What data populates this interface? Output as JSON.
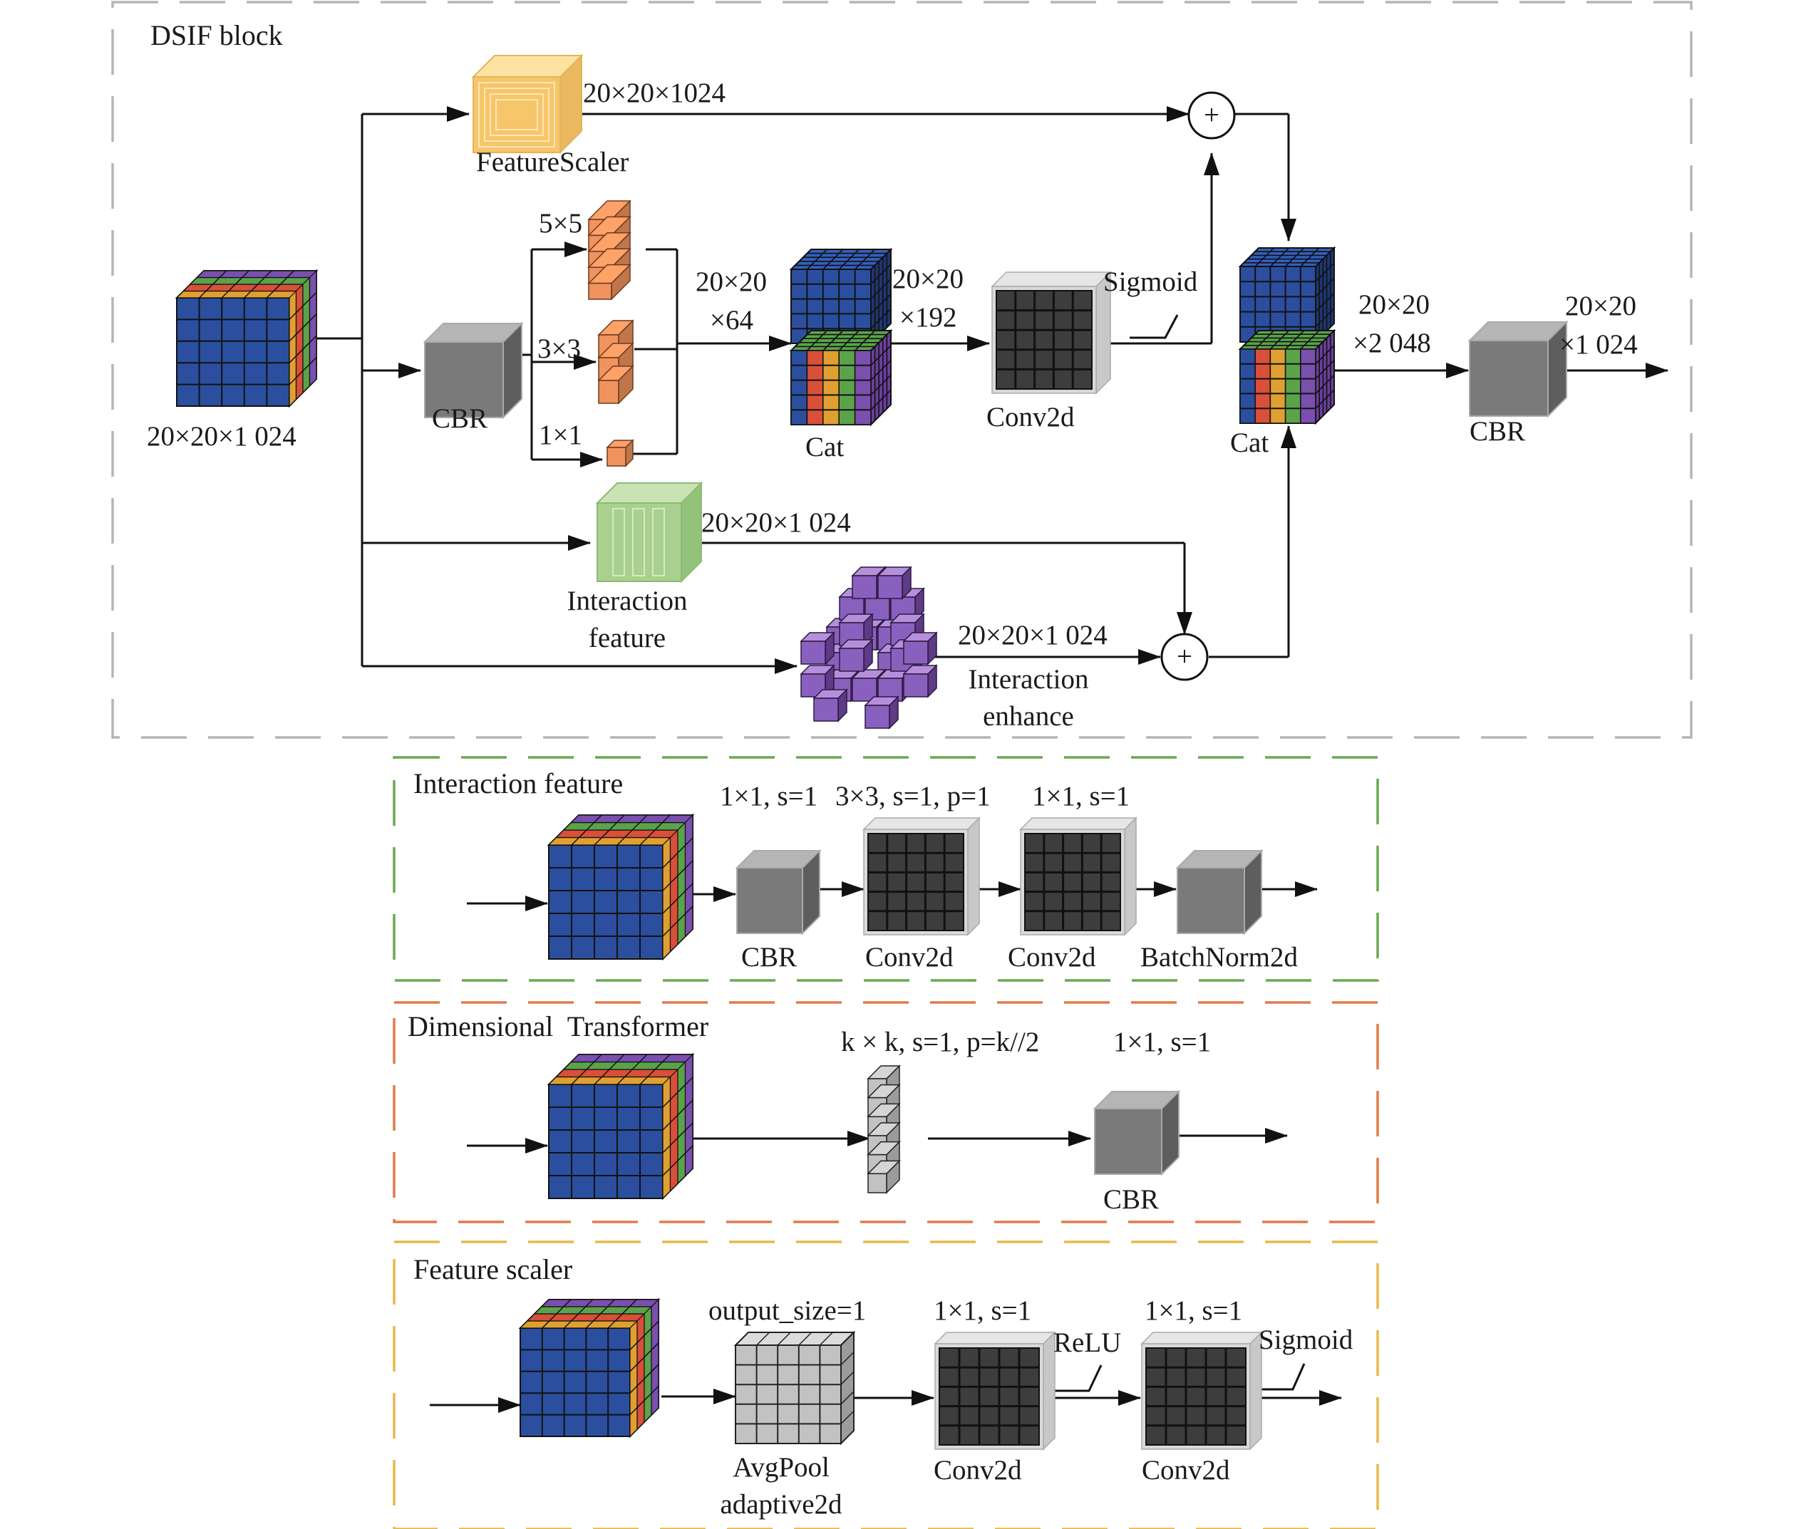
{
  "panels": {
    "dsif": {
      "title": "DSIF block",
      "color": "#b5b5b5"
    },
    "interaction_feature": {
      "title": "Interaction feature",
      "color": "#6aa84f"
    },
    "dimensional_transformer": {
      "title": "Dimensional  Transformer",
      "color": "#e07b4c"
    },
    "feature_scaler": {
      "title": "Feature scaler",
      "color": "#e8b84a"
    }
  },
  "dsif": {
    "input_dim": "20×20×1 024",
    "feature_scaler_label": "FeatureScaler",
    "feature_scaler_dim": "20×20×1024",
    "cbr_label": "CBR",
    "k5": "5×5",
    "k3": "3×3",
    "k1": "1×1",
    "cat1_dim_line1": "20×20",
    "cat1_dim_line2": "×64",
    "cat1_label": "Cat",
    "cat_out_line1": "20×20",
    "cat_out_line2": "×192",
    "conv_label": "Conv2d",
    "sigmoid_label": "Sigmoid",
    "cat2_label": "Cat",
    "cat2_dim_line1": "20×20",
    "cat2_dim_line2": "×2 048",
    "out_dim_line1": "20×20",
    "out_dim_line2": "×1 024",
    "cbr_out_label": "CBR",
    "interaction_feature_dim": "20×20×1 024",
    "interaction_feature_label_1": "Interaction",
    "interaction_feature_label_2": "feature",
    "interaction_enhance_dim": "20×20×1 024",
    "interaction_enhance_label_1": "Interaction",
    "interaction_enhance_label_2": "enhance",
    "plus": "+"
  },
  "interaction_feature": {
    "param1": "1×1, s=1",
    "param2": "3×3, s=1, p=1",
    "param3": "1×1, s=1",
    "cbr": "CBR",
    "conv1": "Conv2d",
    "conv2": "Conv2d",
    "bn": "BatchNorm2d"
  },
  "dimensional_transformer": {
    "param1": "k × k, s=1, p=k//2",
    "param2": "1×1, s=1",
    "cbr": "CBR"
  },
  "feature_scaler": {
    "param_pool": "output_size=1",
    "param1": "1×1, s=1",
    "param2": "1×1, s=1",
    "relu": "ReLU",
    "sigmoid": "Sigmoid",
    "pool_line1": "AvgPool",
    "pool_line2": "adaptive2d",
    "conv1": "Conv2d",
    "conv2": "Conv2d"
  },
  "colors": {
    "blue": "#2b4f9e",
    "gray_cube": "#7a7a7a",
    "dark_grid": "#3d3d3d",
    "light_grid": "#c2c2c2",
    "orange": "#f0935e",
    "green": "#a9d08e",
    "purple": "#7a4fae",
    "yellow": "#f7c56a"
  }
}
